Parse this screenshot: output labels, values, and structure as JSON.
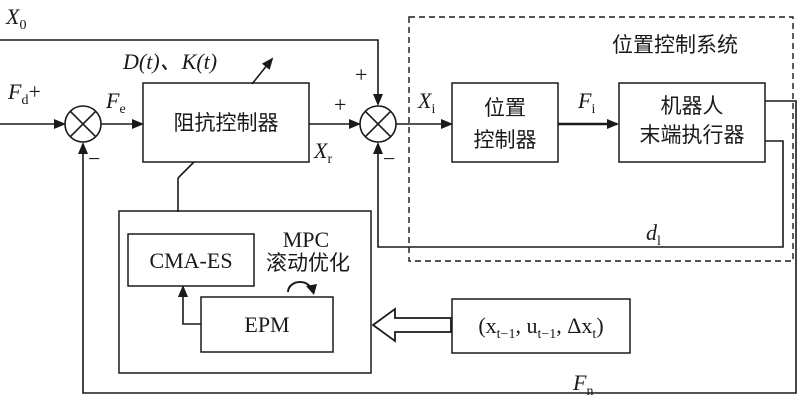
{
  "labels": {
    "x0": "X",
    "x0_sub": "0",
    "fd": "F",
    "fd_sub": "d",
    "fd_sign": "+",
    "fe": "F",
    "fe_sub": "e",
    "dk": "D(t)、K(t)",
    "xr": "X",
    "xr_sub": "r",
    "xi": "X",
    "xi_sub": "i",
    "fi": "F",
    "fi_sub": "i",
    "dl": "d",
    "dl_sub": "l",
    "fn": "F",
    "fn_sub": "n",
    "mpc_line1": "MPC",
    "mpc_line2": "滚动优化",
    "state_input": "(x",
    "state_sub1": "t−1",
    "state_mid1": ", u",
    "state_sub2": "t−1",
    "state_mid2": ", Δx",
    "state_sub3": "t",
    "state_end": ")"
  },
  "signs": {
    "sum1_minus": "−",
    "sum2_plus_top": "+",
    "sum2_plus_left": "+",
    "sum2_minus": "−"
  },
  "blocks": {
    "impedance": "阻抗控制器",
    "position_line1": "位置",
    "position_line2": "控制器",
    "robot_line1": "机器人",
    "robot_line2": "末端执行器",
    "cmaes": "CMA-ES",
    "epm": "EPM",
    "system_title": "位置控制系统"
  },
  "icons": {
    "sum_junction": "circle-cross-icon",
    "loop_arrow": "circular-arrow-icon",
    "hollow_arrow": "hollow-left-arrow-icon"
  }
}
